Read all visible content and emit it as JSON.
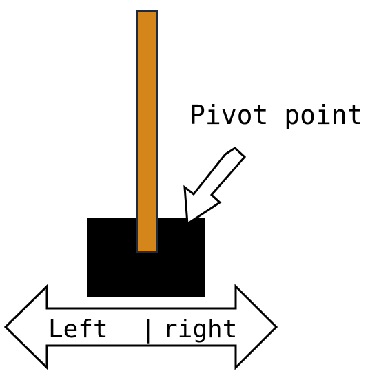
{
  "labels": {
    "pivot": "Pivot point",
    "left": "Left",
    "separator": "|",
    "right": "right"
  },
  "colors": {
    "pole_fill": "#D4861A",
    "pole_stroke": "#1f2a3a",
    "cart_fill": "#000000",
    "arrow_fill": "#ffffff",
    "arrow_stroke": "#000000",
    "text": "#000000",
    "background": "#ffffff"
  },
  "icons": {
    "pivot_arrow": "arrow-pointer-icon",
    "direction_arrow": "double-arrow-icon"
  }
}
